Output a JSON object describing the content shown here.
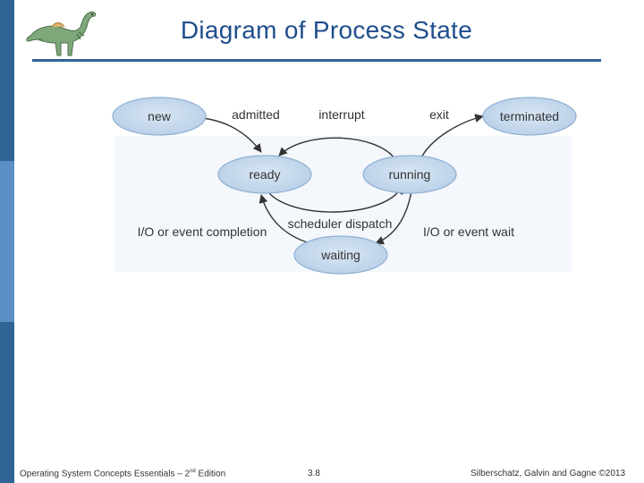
{
  "slide": {
    "title": "Diagram of Process State"
  },
  "diagram": {
    "nodes": {
      "new": "new",
      "ready": "ready",
      "running": "running",
      "waiting": "waiting",
      "terminated": "terminated"
    },
    "edges": {
      "admitted": "admitted",
      "interrupt": "interrupt",
      "exit": "exit",
      "scheduler_dispatch": "scheduler dispatch",
      "io_event_completion": "I/O or event completion",
      "io_event_wait": "I/O or event wait"
    }
  },
  "footer": {
    "left_prefix": "Operating System Concepts Essentials – 2",
    "left_sup": "nd",
    "left_suffix": " Edition",
    "center": "3.8",
    "right": "Silberschatz, Galvin and Gagne ©2013"
  },
  "colors": {
    "node_fill": "#c9dcef",
    "node_stroke": "#8eb0d3",
    "arrow": "#333333",
    "title": "#1f4e8c",
    "sidebar_dark": "#2e6496",
    "sidebar_light": "#5b8fc4"
  }
}
